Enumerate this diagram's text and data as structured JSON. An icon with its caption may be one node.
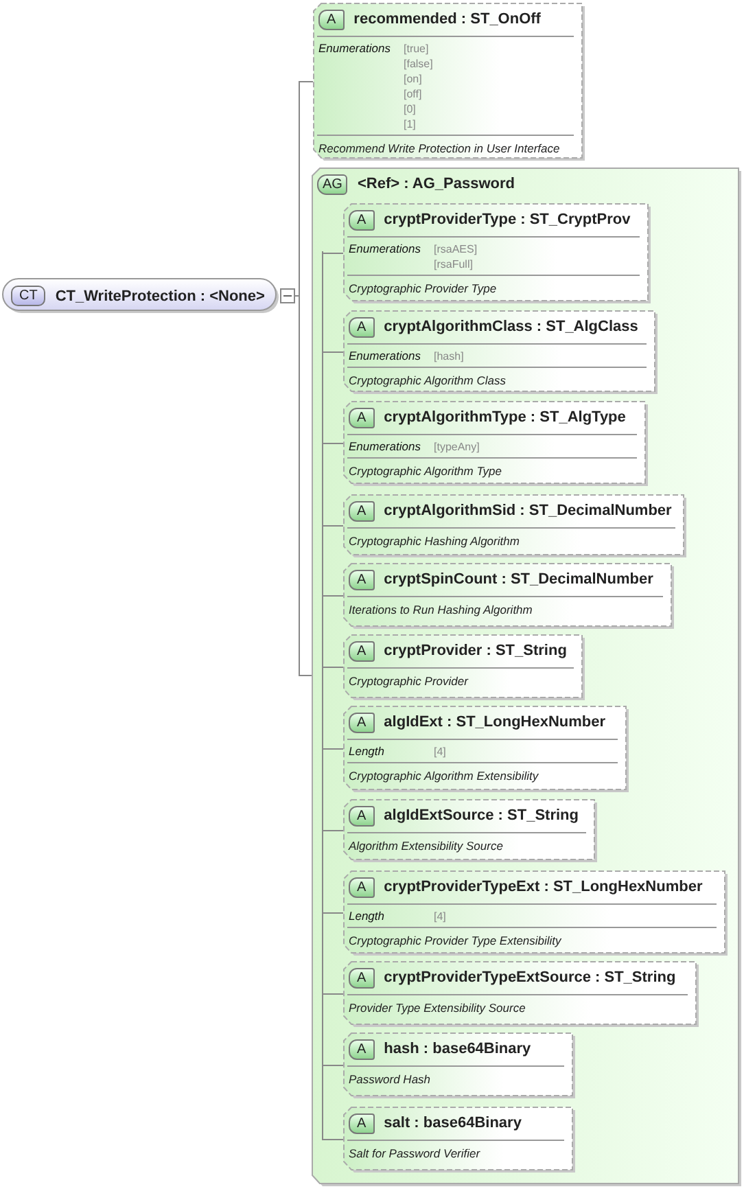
{
  "diagram": {
    "nodes": [
      {
        "text": [
          "CT",
          "CT_WriteProtection : <None>"
        ]
      },
      {
        "text": [
          "A",
          "recommended : ST_OnOff",
          "Enumerations",
          "[true]",
          "[false]",
          "[on]",
          "[off]",
          "[0]",
          "[1]",
          "Recommend Write Protection in User Interface"
        ]
      },
      {
        "text": [
          "AG",
          "<Ref> : AG_Password"
        ]
      },
      {
        "text": [
          "A",
          "cryptProviderType : ST_CryptProv",
          "Enumerations",
          "[rsaAES]",
          "[rsaFull]",
          "Cryptographic Provider Type"
        ],
        "in": 2
      },
      {
        "text": [
          "A",
          "cryptAlgorithmClass : ST_AlgClass",
          "Enumerations",
          "[hash]",
          "Cryptographic Algorithm Class"
        ],
        "in": 2
      },
      {
        "text": [
          "A",
          "cryptAlgorithmType : ST_AlgType",
          "Enumerations",
          "[typeAny]",
          "Cryptographic Algorithm Type"
        ],
        "in": 2
      },
      {
        "text": [
          "A",
          "cryptAlgorithmSid : ST_DecimalNumber",
          "Cryptographic Hashing Algorithm"
        ],
        "in": 2
      },
      {
        "text": [
          "A",
          "cryptSpinCount : ST_DecimalNumber",
          "Iterations to Run Hashing Algorithm"
        ],
        "in": 2
      },
      {
        "text": [
          "A",
          "cryptProvider : ST_String",
          "Cryptographic Provider"
        ],
        "in": 2
      },
      {
        "text": [
          "A",
          "algIdExt : ST_LongHexNumber",
          "Length",
          "[4]",
          "Cryptographic Algorithm Extensibility"
        ],
        "in": 2
      },
      {
        "text": [
          "A",
          "algIdExtSource : ST_String",
          "Algorithm Extensibility Source"
        ],
        "in": 2
      },
      {
        "text": [
          "A",
          "cryptProviderTypeExt : ST_LongHexNumber",
          "Length",
          "[4]",
          "Cryptographic Provider Type Extensibility"
        ],
        "in": 2
      },
      {
        "text": [
          "A",
          "cryptProviderTypeExtSource : ST_String",
          "Provider Type Extensibility Source"
        ],
        "in": 2
      },
      {
        "text": [
          "A",
          "hash : base64Binary",
          "Password Hash"
        ],
        "in": 2
      },
      {
        "text": [
          "A",
          "salt : base64Binary",
          "Salt for Password Verifier"
        ],
        "in": 2
      }
    ],
    "edges": [
      {
        "from": 0,
        "to": 1,
        "arrow": "none"
      },
      {
        "from": 0,
        "to": 2,
        "arrow": "none"
      },
      {
        "from": 2,
        "to": 3,
        "arrow": "none"
      },
      {
        "from": 2,
        "to": 4,
        "arrow": "none"
      },
      {
        "from": 2,
        "to": 5,
        "arrow": "none"
      },
      {
        "from": 2,
        "to": 6,
        "arrow": "none"
      },
      {
        "from": 2,
        "to": 7,
        "arrow": "none"
      },
      {
        "from": 2,
        "to": 8,
        "arrow": "none"
      },
      {
        "from": 2,
        "to": 9,
        "arrow": "none"
      },
      {
        "from": 2,
        "to": 10,
        "arrow": "none"
      },
      {
        "from": 2,
        "to": 11,
        "arrow": "none"
      },
      {
        "from": 2,
        "to": 12,
        "arrow": "none"
      },
      {
        "from": 2,
        "to": 13,
        "arrow": "none"
      },
      {
        "from": 2,
        "to": 14,
        "arrow": "none"
      }
    ]
  }
}
